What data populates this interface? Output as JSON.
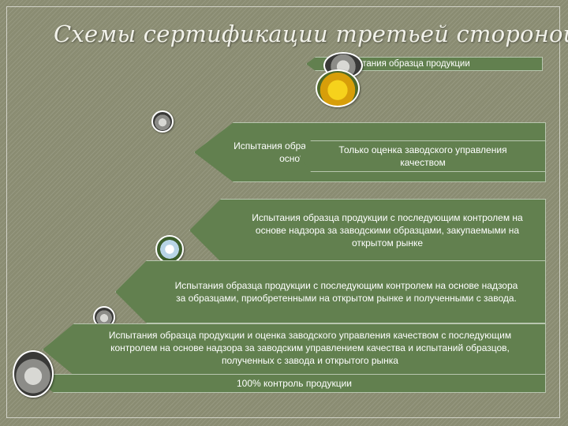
{
  "slide": {
    "title": "Схемы сертификации третьей стороной",
    "steps": [
      "Испытания образца продукции",
      "Испытания образца продукции с последующим контролем на основе",
      "Только оценка заводского управления качеством",
      "Испытания образца продукции с последующим контролем на основе надзора за заводскими образцами, закупаемыми на открытом рынке",
      "Испытания образца продукции с последующим контролем на основе надзора за образцами, приобретенными на открытом рынке и полученными с завода.",
      "Испытания образца продукции и оценка заводского управления качеством с последующим контролем на основе надзора за заводским управлением качества и испытаний образцов, полученных с завода и открытого рынка",
      "100% контроль продукции"
    ],
    "step2_lines": [
      "Испытания обра",
      "осно"
    ],
    "step3_lines": [
      "Только оценка заводского управления",
      "качеством"
    ],
    "step4_lines": [
      "Испытания образца продукции с последующим контролем на",
      "основе надзора за заводскими образцами, закупаемыми на",
      "открытом рынке"
    ],
    "step5_lines": [
      "Испытания образца продукции с последующим контролем на основе надзора",
      "за образцами, приобретенными на открытом рынке и полученными с завода."
    ],
    "step6_lines": [
      "Испытания образца продукции и оценка заводского управления качеством с последующим",
      "контролем на основе надзора за заводским управлением качества и испытаний образцов,",
      "полученных с завода и открытого рынка"
    ],
    "step1_visible": "ытания образца продукции",
    "colors": {
      "step_fill": "#62804f",
      "background": "#8a8c72",
      "title": "#f2f2ea"
    },
    "icons": [
      "koala-photo-icon",
      "yellow-flower-photo-icon",
      "white-flower-photo-icon"
    ]
  }
}
